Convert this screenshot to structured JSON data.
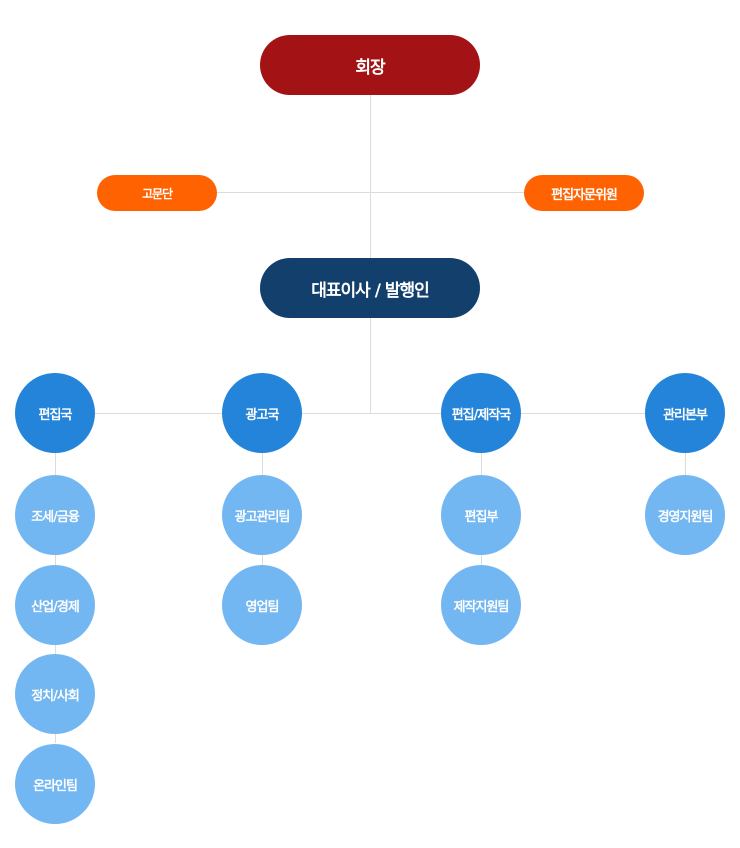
{
  "chairman": {
    "label": "회장",
    "color": "#a31214"
  },
  "advisors": [
    {
      "label": "고문단",
      "color": "#ff6200"
    },
    {
      "label": "편집자문위원",
      "color": "#ff6200"
    }
  ],
  "ceo": {
    "label": "대표이사 / 발행인",
    "color": "#123f6b"
  },
  "departments": [
    {
      "label": "편집국",
      "teams": [
        "조세/금융",
        "산업/경제",
        "정치/사회",
        "온라인팀"
      ]
    },
    {
      "label": "광고국",
      "teams": [
        "광고관리팀",
        "영업팀"
      ]
    },
    {
      "label": "편집/제작국",
      "teams": [
        "편집부",
        "제작지원팀"
      ]
    },
    {
      "label": "관리본부",
      "teams": [
        "경영지원팀"
      ]
    }
  ],
  "colors": {
    "department": "#2384d9",
    "team": "#72b6f2",
    "connector": "#dcdcdc"
  }
}
